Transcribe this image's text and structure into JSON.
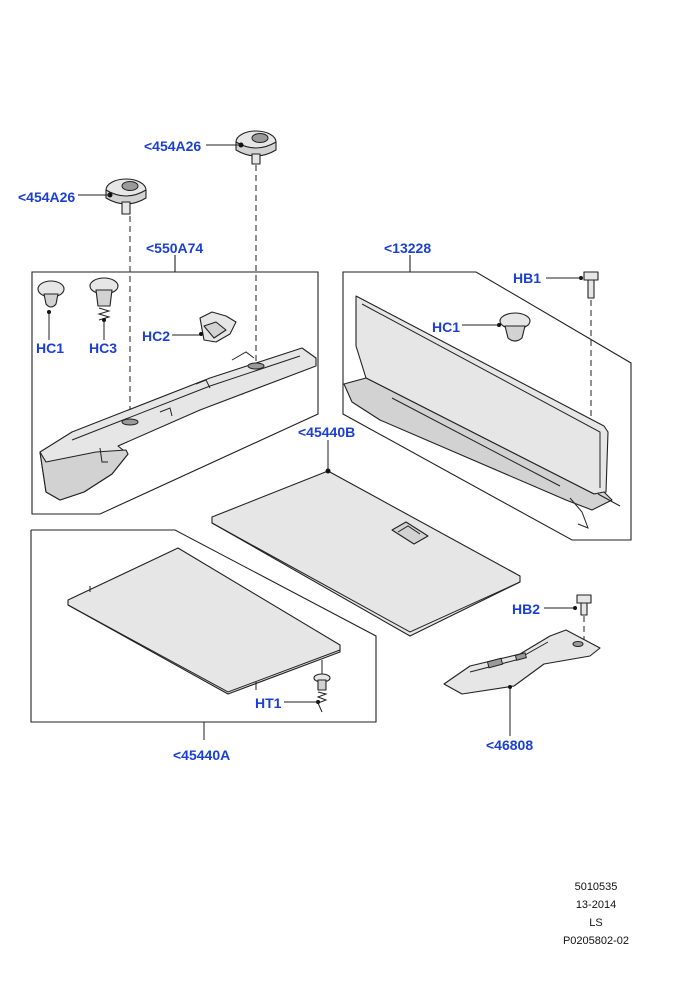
{
  "callouts": {
    "clip_454a26_top": "<454A26",
    "clip_454a26_left": "<454A26",
    "trim_550a74": "<550A74",
    "panel_13228": "<13228",
    "hb1": "HB1",
    "hc1_right": "HC1",
    "hc1_left": "HC1",
    "hc3": "HC3",
    "hc2": "HC2",
    "floor_45440b": "<45440B",
    "hb2": "HB2",
    "bracket_46808": "<46808",
    "ht1": "HT1",
    "floor_45440a": "<45440A"
  },
  "reference": {
    "number": "5010535",
    "date": "13-2014",
    "model": "LS",
    "part_code": "P0205802-02"
  },
  "colors": {
    "callout_text": "#1b3fd6",
    "line_art": "#222222"
  }
}
